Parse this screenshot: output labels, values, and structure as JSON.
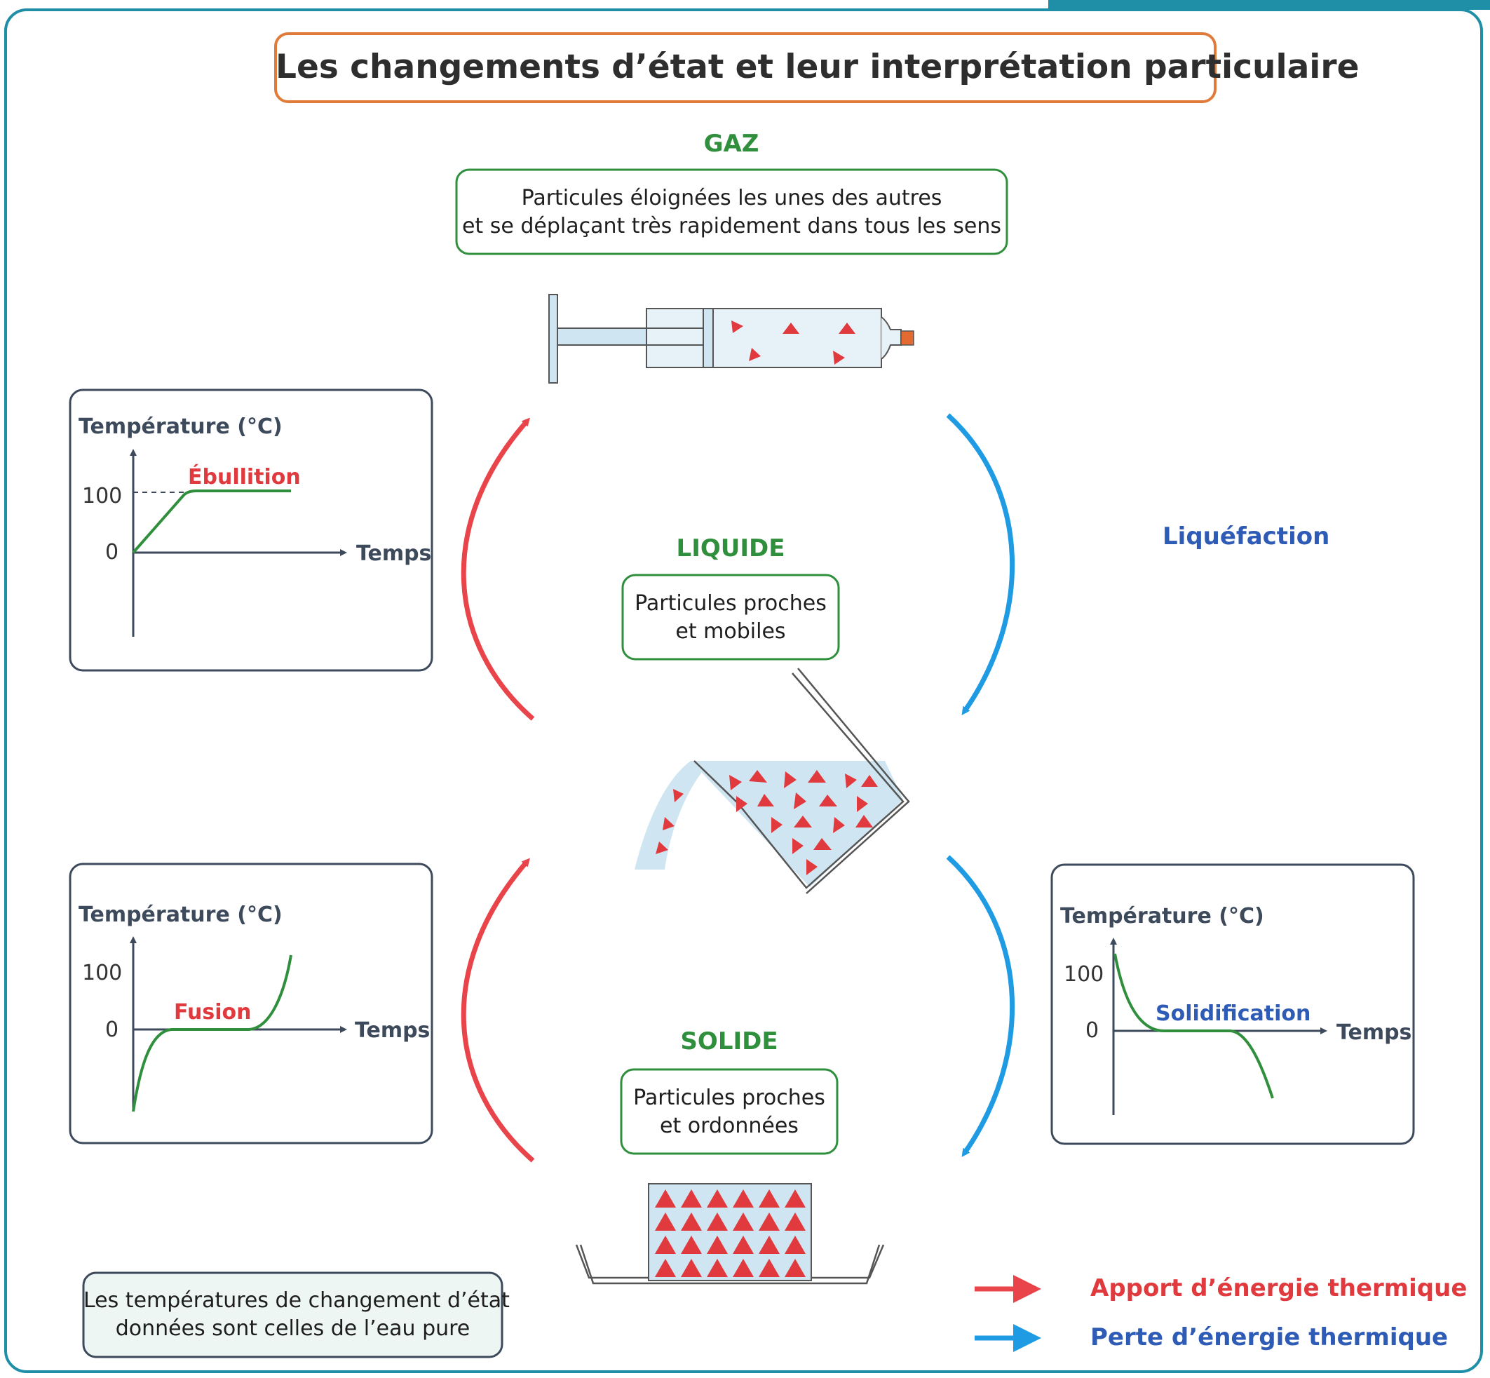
{
  "title": "Les changements d’état et leur interprétation particulaire",
  "states": {
    "gaz": {
      "label": "GAZ",
      "line1": "Particules éloignées les unes des autres",
      "line2": "et se déplaçant très rapidement dans tous les sens"
    },
    "liquide": {
      "label": "LIQUIDE",
      "line1": "Particules proches",
      "line2": "et mobiles"
    },
    "solide": {
      "label": "SOLIDE",
      "line1": "Particules proches",
      "line2": "et ordonnées"
    }
  },
  "graphs": {
    "ebullition": {
      "ylabel": "Température (°C)",
      "tick_high": "100",
      "tick_zero": "0",
      "xlabel": "Temps",
      "curve_label": "Ébullition"
    },
    "fusion": {
      "ylabel": "Température (°C)",
      "tick_high": "100",
      "tick_zero": "0",
      "xlabel": "Temps",
      "curve_label": "Fusion"
    },
    "solidification": {
      "ylabel": "Température (°C)",
      "tick_high": "100",
      "tick_zero": "0",
      "xlabel": "Temps",
      "curve_label": "Solidification"
    }
  },
  "side_label": "Liquéfaction",
  "note": {
    "line1": "Les températures de changement d’état",
    "line2": "données sont celles de l’eau pure"
  },
  "legend": {
    "apport": "Apport d’énergie thermique",
    "perte": "Perte d’énergie thermique"
  },
  "colors": {
    "heat_gain": "#e8444a",
    "heat_loss": "#1e9be3",
    "state_green": "#2f8f3c",
    "title_border": "#e07b3a",
    "frame_teal": "#1e8fa6"
  }
}
